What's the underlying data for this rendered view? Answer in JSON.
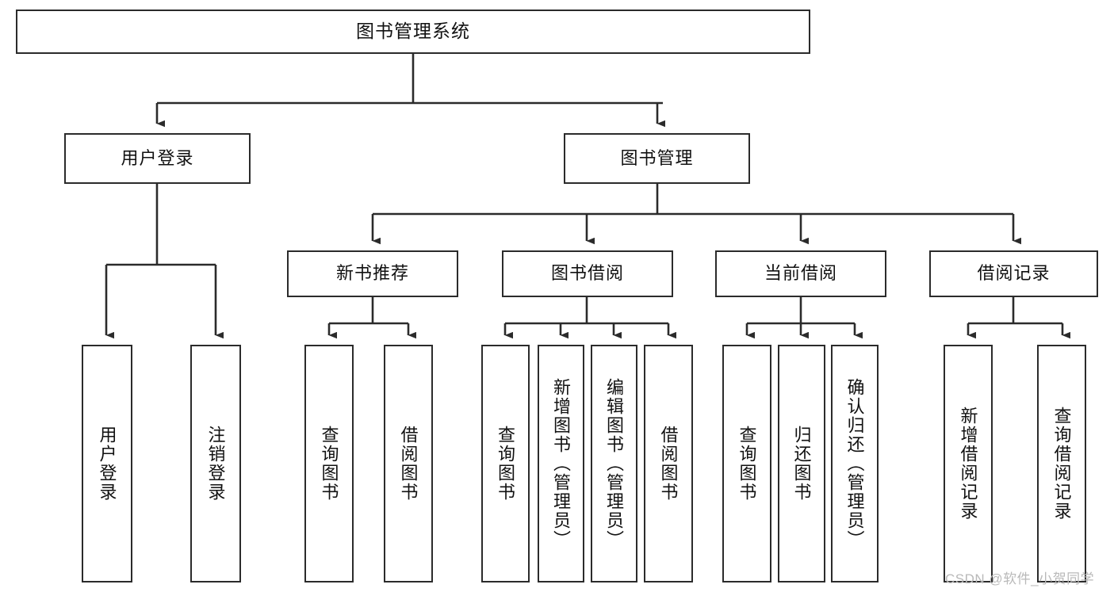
{
  "diagram": {
    "title": "图书管理系统",
    "watermark": "CSDN @软件_小贺同学",
    "stroke_color": "#2b2b2b",
    "background_color": "#ffffff",
    "text_color": "#111111",
    "watermark_color": "#b9b9b9",
    "levels": {
      "root": [
        "图书管理系统"
      ],
      "level2": [
        "用户登录",
        "图书管理"
      ],
      "level3": [
        "新书推荐",
        "图书借阅",
        "当前借阅",
        "借阅记录"
      ],
      "leaves": [
        "用户登录",
        "注销登录",
        "查询图书",
        "借阅图书",
        "查询图书",
        "新增图书（管理员）",
        "编辑图书（管理员）",
        "借阅图书",
        "查询图书",
        "归还图书",
        "确认归还（管理员）",
        "新增借阅记录",
        "查询借阅记录"
      ]
    },
    "nodes": {
      "root": {
        "label": "图书管理系统"
      },
      "user_login": {
        "label": "用户登录"
      },
      "book_manage": {
        "label": "图书管理"
      },
      "new_book_rec": {
        "label": "新书推荐"
      },
      "book_borrow": {
        "label": "图书借阅"
      },
      "current_borrow": {
        "label": "当前借阅"
      },
      "borrow_record": {
        "label": "借阅记录"
      },
      "leaf_user_login": {
        "label": "用户登录"
      },
      "leaf_logout": {
        "label": "注销登录"
      },
      "leaf_query_book_1": {
        "label": "查询图书"
      },
      "leaf_borrow_book_1": {
        "label": "借阅图书"
      },
      "leaf_query_book_2": {
        "label": "查询图书"
      },
      "leaf_add_book": {
        "label": "新增图书（管理员）"
      },
      "leaf_edit_book": {
        "label": "编辑图书（管理员）"
      },
      "leaf_borrow_book_2": {
        "label": "借阅图书"
      },
      "leaf_query_book_3": {
        "label": "查询图书"
      },
      "leaf_return_book": {
        "label": "归还图书"
      },
      "leaf_confirm_return": {
        "label": "确认归还（管理员）"
      },
      "leaf_add_record": {
        "label": "新增借阅记录"
      },
      "leaf_query_record": {
        "label": "查询借阅记录"
      }
    }
  }
}
